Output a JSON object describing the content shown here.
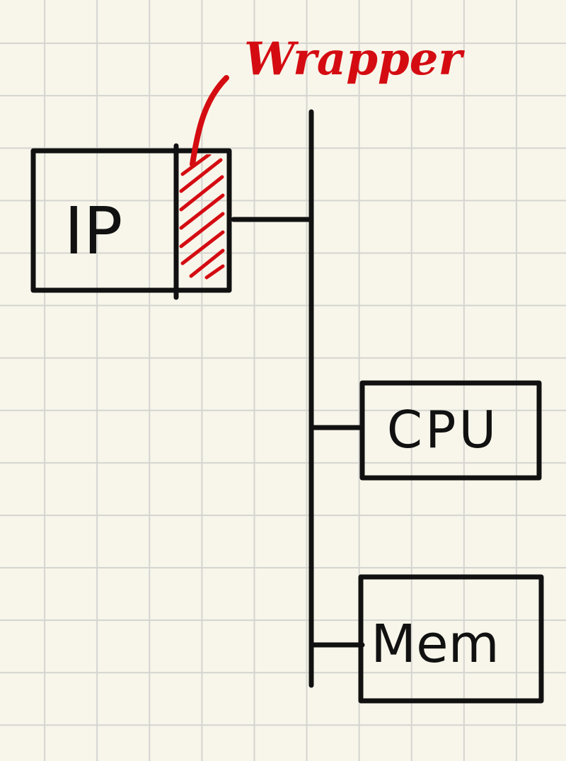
{
  "diagram": {
    "annotation": "Wrapper",
    "blocks": {
      "ip": "IP",
      "cpu": "CPU",
      "mem": "Mem"
    }
  },
  "colors": {
    "ink": "#111111",
    "annotation": "#d40c12",
    "paper": "#f8f6ea",
    "grid": "#d4d4d0"
  }
}
